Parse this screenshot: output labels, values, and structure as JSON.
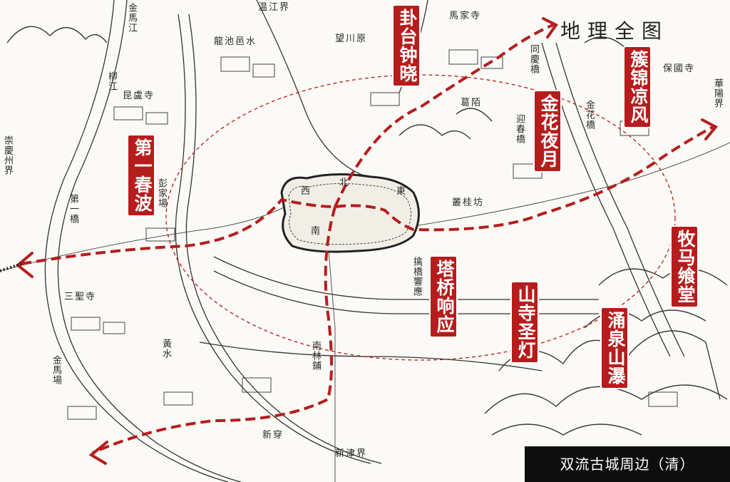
{
  "map_title": "地理全图",
  "caption": "双流古城周边（清）",
  "scenic_spots": [
    {
      "id": "guatai",
      "name": "卦台钟晓"
    },
    {
      "id": "jinhua",
      "name": "金花夜月"
    },
    {
      "id": "cujin",
      "name": "簇锦凉风"
    },
    {
      "id": "diyi",
      "name": "第一春波"
    },
    {
      "id": "muma",
      "name": "牧马飨堂"
    },
    {
      "id": "taqiao",
      "name": "塔桥响应"
    },
    {
      "id": "shansi",
      "name": "山寺圣灯"
    },
    {
      "id": "yongquan",
      "name": "涌泉山瀑"
    }
  ],
  "old_labels": {
    "jinma_jiang": "金馬江",
    "wenjiang": "温江界",
    "longchi": "龍池邑水",
    "wangchuan": "望川原",
    "majia": "馬家寺",
    "liujiang": "柳江",
    "kunlu": "昆盧寺",
    "tongqing": "同慶橋",
    "baoguo": "保國寺",
    "huayang": "華陽界",
    "chongqing": "崇慶州界",
    "diyiqiao": "第一橋",
    "pengjia": "彭家場",
    "jinhua_qiao": "金花橋",
    "yingchun": "迎春橋",
    "gebai": "葛陌",
    "guigui": "叢桂坊",
    "sansheng": "三聖寺",
    "huangshui": "黃水",
    "nanlin": "南林鋪",
    "jinma_chang": "金馬場",
    "xinchuan": "新穿",
    "xinjin": "新津界",
    "qiao_xiang": "擒橋響應",
    "nan": "南",
    "xi": "西",
    "bei": "北",
    "dong": "東"
  }
}
